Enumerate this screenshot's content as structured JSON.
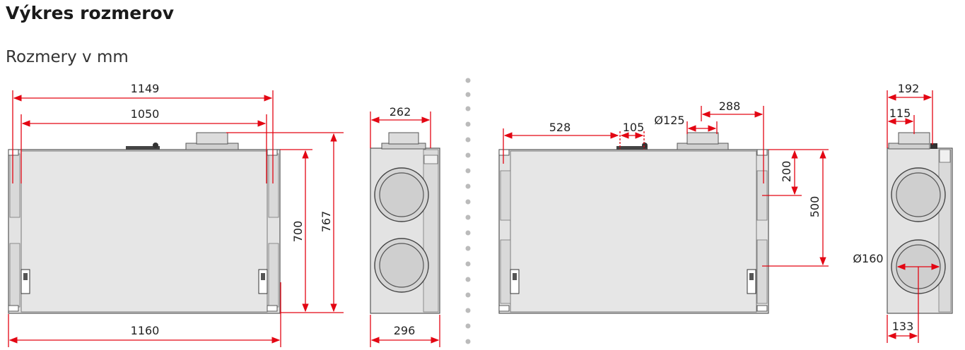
{
  "heading": "Výkres rozmerov",
  "subheading": "Rozmery v mm",
  "accent_color": "#e30613",
  "views": {
    "front_left": {
      "width_top": "1149",
      "width_inner": "1050",
      "width_bottom": "1160",
      "height_body": "700",
      "height_total": "767"
    },
    "side_left": {
      "width_top": "262",
      "width_bottom": "296"
    },
    "front_right": {
      "offset_528": "528",
      "offset_105": "105",
      "duct_diameter": "Ø125",
      "offset_288": "288",
      "height_200": "200",
      "height_500": "500"
    },
    "side_right": {
      "width_192": "192",
      "width_115": "115",
      "duct_diameter": "Ø160",
      "width_133": "133"
    }
  }
}
